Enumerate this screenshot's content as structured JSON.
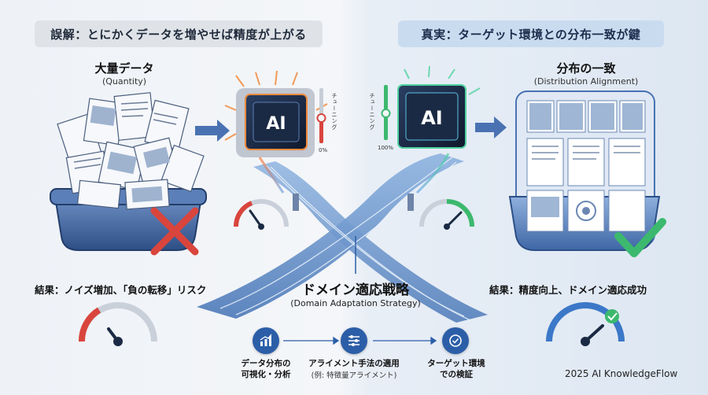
{
  "header": {
    "left_pill": "誤解：とにかくデータを増やせば精度が上がる",
    "right_pill": "真実：ターゲット環境との分布一致が鍵"
  },
  "left": {
    "title": "大量データ",
    "subtitle": "(Quantity)",
    "result": "結果：ノイズ増加、「負の転移」リスク",
    "tuning_label": "チューニング",
    "tuning_value": "0%"
  },
  "right": {
    "title": "分布の一致",
    "subtitle": "(Distribution Alignment)",
    "result": "結果：精度向上、ドメイン適応成功",
    "tuning_label": "チューニング",
    "tuning_value": "100%"
  },
  "chips": {
    "left_label": "AI",
    "right_label": "AI"
  },
  "center": {
    "title": "ドメイン適応戦略",
    "subtitle": "(Domain Adaptation Strategy)"
  },
  "steps": [
    {
      "label": "データ分布の\n可視化・分析",
      "icon": "bar-chart-icon"
    },
    {
      "label": "アライメント手法の適用",
      "note": "(例: 特徴量アライメント)",
      "icon": "sliders-icon"
    },
    {
      "label": "ターゲット環境\nでの検証",
      "icon": "check-circle-icon"
    }
  ],
  "footer": {
    "credit": "2025 AI KnowledgeFlow"
  },
  "colors": {
    "accent_blue": "#2c5ea8",
    "error_red": "#d9453d",
    "success_green": "#3cb96e",
    "chip_glow_left": "#f08a3c",
    "chip_glow_right": "#4fd3a0"
  }
}
